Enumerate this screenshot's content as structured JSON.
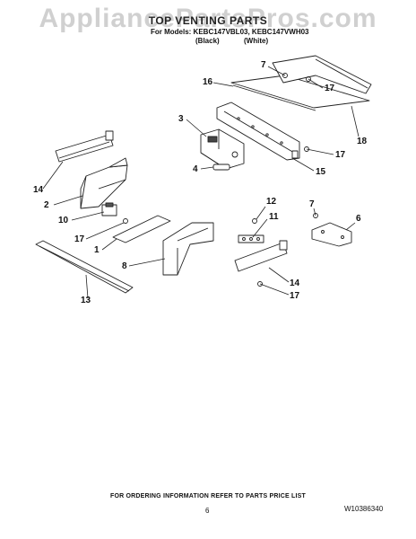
{
  "watermark": "AppliancePartsPros.com",
  "header": {
    "title": "TOP VENTING PARTS",
    "models_line": "For Models: KEBC147VBL03, KEBC147VWH03",
    "color_a": "(Black)",
    "color_b": "(White)"
  },
  "callouts": [
    {
      "label": "7"
    },
    {
      "label": "17"
    },
    {
      "label": "16"
    },
    {
      "label": "18"
    },
    {
      "label": "3"
    },
    {
      "label": "17"
    },
    {
      "label": "4"
    },
    {
      "label": "15"
    },
    {
      "label": "14"
    },
    {
      "label": "2"
    },
    {
      "label": "10"
    },
    {
      "label": "17"
    },
    {
      "label": "1"
    },
    {
      "label": "8"
    },
    {
      "label": "13"
    },
    {
      "label": "12"
    },
    {
      "label": "11"
    },
    {
      "label": "7"
    },
    {
      "label": "6"
    },
    {
      "label": "14"
    },
    {
      "label": "17"
    }
  ],
  "footer": {
    "ordering_note": "FOR ORDERING INFORMATION REFER TO PARTS PRICE LIST",
    "page_number": "6",
    "document_number": "W10386340"
  }
}
